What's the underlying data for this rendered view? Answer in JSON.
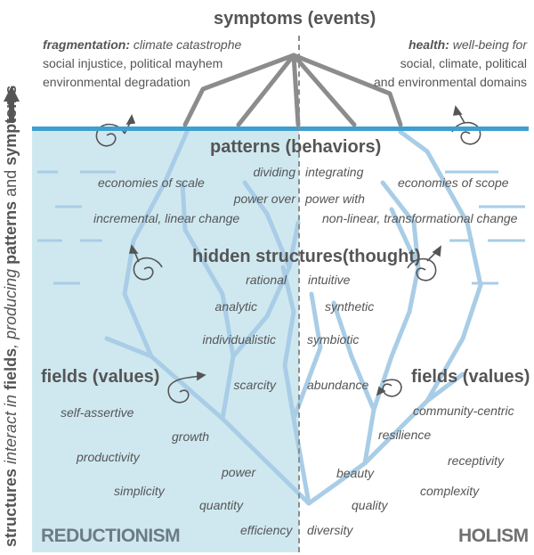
{
  "top": {
    "title": "symptoms (events)",
    "left_bold": "fragmentation:",
    "left_line1": " climate catastrophe",
    "left_line2": "social injustice, political mayhem",
    "left_line3": "environmental degradation",
    "right_bold": "health:",
    "right_line1": " well-being for",
    "right_line2": "social, climate, political",
    "right_line3": "and environmental domains"
  },
  "patterns": {
    "title": "patterns (behaviors)",
    "left": [
      "dividing",
      "power over",
      "economies of scale",
      "incremental, linear change"
    ],
    "right": [
      "integrating",
      "power with",
      "economies of scope",
      "non-linear, transformational change"
    ]
  },
  "structures": {
    "title": "hidden structures(thought)",
    "left": [
      "rational",
      "analytic",
      "individualistic",
      "scarcity"
    ],
    "right": [
      "intuitive",
      "synthetic",
      "symbiotic",
      "abundance"
    ]
  },
  "fields": {
    "left_title": "fields (values)",
    "right_title": "fields (values)",
    "left": [
      "self-assertive",
      "growth",
      "productivity",
      "power",
      "simplicity",
      "quantity",
      "efficiency"
    ],
    "right": [
      "community-centric",
      "resilience",
      "receptivity",
      "beauty",
      "complexity",
      "quality",
      "diversity"
    ]
  },
  "bottom": {
    "left_label": "REDUCTIONISM",
    "right_label": "HOLISM"
  },
  "side": {
    "part1": "structures",
    "part2": " interact in ",
    "part3": "fields",
    "part4": ", producing ",
    "part5": "patterns",
    "part6": " and ",
    "part7": "symptoms"
  },
  "colors": {
    "water": "#3f9fd0",
    "left_bg": "#cfe8f0",
    "branch": "#a9cde6",
    "symptom_lines": "#8c8c8c",
    "text": "#555555"
  }
}
